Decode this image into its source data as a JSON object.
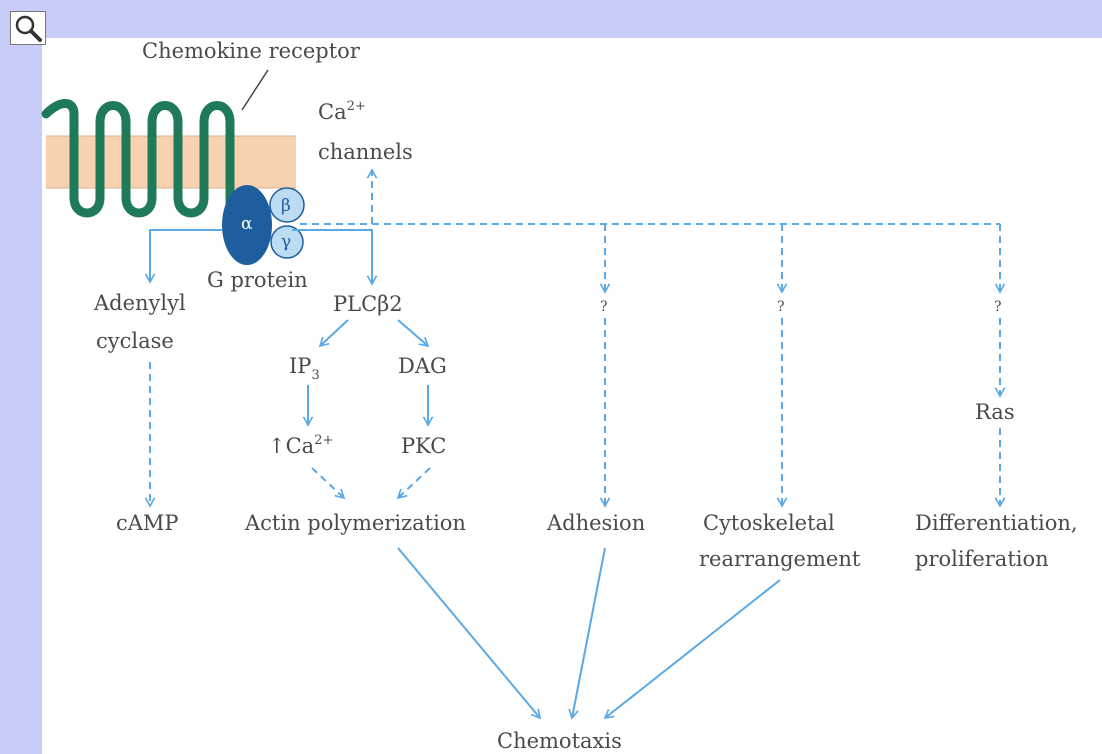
{
  "toolbar": {
    "zoom_icon": "magnifier-icon"
  },
  "diagram": {
    "receptor_label": "Chemokine receptor",
    "ca_channels_label_line1": "Ca",
    "ca_channels_label_sup": "2+",
    "ca_channels_label_line2": "channels",
    "g_protein_label": "G protein",
    "alpha": "α",
    "beta": "β",
    "gamma": "γ",
    "adenylyl_line1": "Adenylyl",
    "adenylyl_line2": "cyclase",
    "camp": "cAMP",
    "plc": "PLCβ2",
    "ip3_main": "IP",
    "ip3_sub": "3",
    "dag": "DAG",
    "ca_up_main": "↑Ca",
    "ca_up_sup": "2+",
    "pkc": "PKC",
    "actin": "Actin polymerization",
    "unknown1": "?",
    "unknown2": "?",
    "unknown3": "?",
    "adhesion": "Adhesion",
    "cyto_line1": "Cytoskeletal",
    "cyto_line2": "rearrangement",
    "ras": "Ras",
    "diff_line1": "Differentiation,",
    "diff_line2": "proliferation",
    "chemotaxis": "Chemotaxis"
  },
  "colors": {
    "arrow": "#5aa9e6",
    "receptor": "#1f7a5a",
    "membrane": "#f8d2b0",
    "alpha_subunit": "#1f5e9e",
    "beta_gamma_subunit": "#bcdcf4",
    "text": "#4a4a4a",
    "frame": "#c8ccf8"
  }
}
